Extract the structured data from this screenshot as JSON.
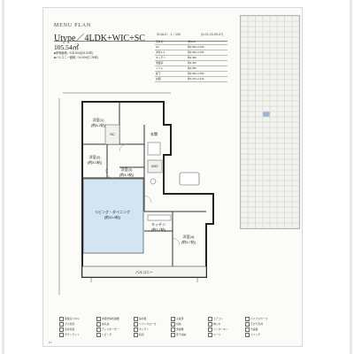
{
  "header": {
    "menu_plan": "MENU PLAN",
    "type_title": "Utype／4LDK+WIC+SC",
    "scale": "SCALE：1／100",
    "unit_range": "(0-03-03-09-07)"
  },
  "area": {
    "main": "105.54㎡",
    "lines": [
      "■専有面積／105.54㎡(31.92坪)",
      "■バルコニー面積／24.00㎡(7.26坪)"
    ]
  },
  "ceiling_table": {
    "header": [
      "天井高",
      "(約mm)"
    ],
    "rows": [
      [
        "LD",
        "約2,550~2,600"
      ],
      [
        "洋室1~4",
        "約2,350~2,450"
      ],
      [
        "キッチン",
        "約2,350"
      ],
      [
        "洗面室",
        "約2,350"
      ],
      [
        "トイレ",
        "約2,350"
      ],
      [
        "廊下",
        "約2,350~2,550"
      ],
      [
        "玄関",
        "約1,970~2,310"
      ]
    ]
  },
  "plan": {
    "rooms": [
      {
        "name": "洋室(1)",
        "size": "(約6.2帖)"
      },
      {
        "name": "洋室(2)",
        "size": "(約5.0帖)"
      },
      {
        "name": "洋室(3)",
        "size": "(約4.9帖)"
      },
      {
        "name": "洋室(4)",
        "size": "(約5.7帖)"
      },
      {
        "name": "リビング・ダイニング",
        "size": "(約20.9帖)"
      },
      {
        "name": "キッチン",
        "size": "(約3.7帖)"
      },
      {
        "name": "バルコニー",
        "size": ""
      },
      {
        "name": "玄関",
        "size": ""
      },
      {
        "name": "WIC",
        "size": ""
      },
      {
        "name": "SC",
        "size": ""
      }
    ]
  },
  "legend": [
    "床暖房パネル",
    "ガス給湯",
    "浴室乾燥",
    "ダウンライト",
    "食器洗浄乾燥機",
    "換気扇",
    "ディスポーザー",
    "リビング",
    "浄水器",
    "ソフトクローズ",
    "キッチン",
    "給湯",
    "冷蔵庫",
    "収納",
    "洗濯機",
    "床下収納",
    "エアコン",
    "物入れ",
    "インターホン",
    "ルーフ",
    "パイプスペース",
    "下がり天井",
    "分電盤",
    "スイッチ"
  ],
  "page_number": "13"
}
